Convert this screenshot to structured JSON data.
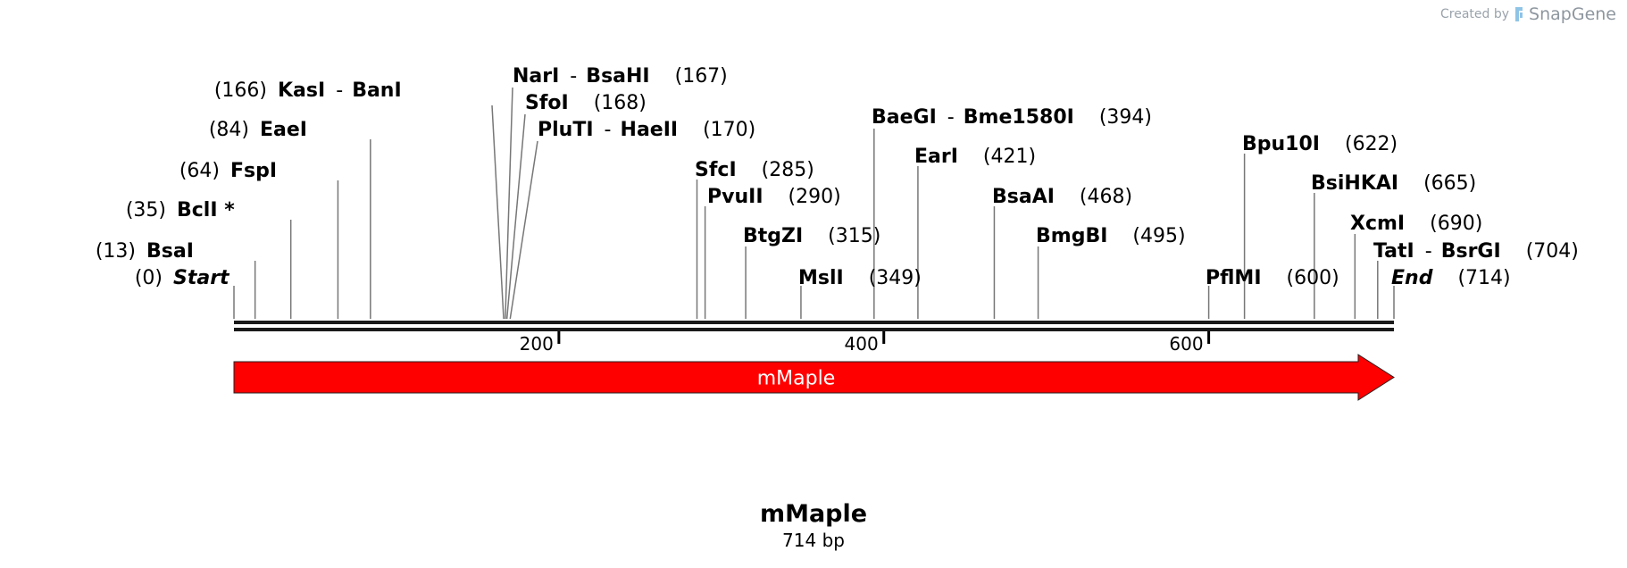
{
  "credit": {
    "prefix": "Created by",
    "brand": "SnapGene",
    "logo_icon": "snapgene-logo-icon"
  },
  "sequence": {
    "name": "mMaple",
    "length_label": "714 bp",
    "length": 714,
    "ticks": [
      200,
      400,
      600
    ],
    "tick_labels": [
      "200",
      "400",
      "600"
    ]
  },
  "features": [
    {
      "name": "mMaple",
      "start": 1,
      "end": 714,
      "direction": "forward",
      "color": "#ff0000"
    }
  ],
  "sites": [
    {
      "id": "start",
      "names": [
        "Start"
      ],
      "pos": 0,
      "pos_label": "(0)",
      "italic": true
    },
    {
      "id": "bsai",
      "names": [
        "BsaI"
      ],
      "pos": 13,
      "pos_label": "(13)"
    },
    {
      "id": "bcli",
      "names": [
        "BclI *"
      ],
      "pos": 35,
      "pos_label": "(35)"
    },
    {
      "id": "fspi",
      "names": [
        "FspI"
      ],
      "pos": 64,
      "pos_label": "(64)"
    },
    {
      "id": "eaei",
      "names": [
        "EaeI"
      ],
      "pos": 84,
      "pos_label": "(84)"
    },
    {
      "id": "kasi",
      "names": [
        "KasI",
        "BanI"
      ],
      "pos": 166,
      "pos_label": "(166)"
    },
    {
      "id": "nari",
      "names": [
        "NarI",
        "BsaHI"
      ],
      "pos": 167,
      "pos_label": "(167)"
    },
    {
      "id": "sfoi",
      "names": [
        "SfoI"
      ],
      "pos": 168,
      "pos_label": "(168)"
    },
    {
      "id": "pluti",
      "names": [
        "PluTI",
        "HaeII"
      ],
      "pos": 170,
      "pos_label": "(170)"
    },
    {
      "id": "sfci",
      "names": [
        "SfcI"
      ],
      "pos": 285,
      "pos_label": "(285)"
    },
    {
      "id": "pvuii",
      "names": [
        "PvuII"
      ],
      "pos": 290,
      "pos_label": "(290)"
    },
    {
      "id": "btgzi",
      "names": [
        "BtgZI"
      ],
      "pos": 315,
      "pos_label": "(315)"
    },
    {
      "id": "msli",
      "names": [
        "MslI"
      ],
      "pos": 349,
      "pos_label": "(349)"
    },
    {
      "id": "baegi",
      "names": [
        "BaeGI",
        "Bme1580I"
      ],
      "pos": 394,
      "pos_label": "(394)"
    },
    {
      "id": "eari",
      "names": [
        "EarI"
      ],
      "pos": 421,
      "pos_label": "(421)"
    },
    {
      "id": "bsaai",
      "names": [
        "BsaAI"
      ],
      "pos": 468,
      "pos_label": "(468)"
    },
    {
      "id": "bmgbi",
      "names": [
        "BmgBI"
      ],
      "pos": 495,
      "pos_label": "(495)"
    },
    {
      "id": "pflmi",
      "names": [
        "PflMI"
      ],
      "pos": 600,
      "pos_label": "(600)"
    },
    {
      "id": "bpu10i",
      "names": [
        "Bpu10I"
      ],
      "pos": 622,
      "pos_label": "(622)"
    },
    {
      "id": "bsihkai",
      "names": [
        "BsiHKAI"
      ],
      "pos": 665,
      "pos_label": "(665)"
    },
    {
      "id": "xcmi",
      "names": [
        "XcmI"
      ],
      "pos": 690,
      "pos_label": "(690)"
    },
    {
      "id": "tati",
      "names": [
        "TatI",
        "BsrGI"
      ],
      "pos": 704,
      "pos_label": "(704)"
    },
    {
      "id": "end",
      "names": [
        "End"
      ],
      "pos": 714,
      "pos_label": "(714)",
      "italic": true
    }
  ],
  "colors": {
    "backbone": "#1a1a1a",
    "site_line": "#777777",
    "credit_text": "#9aa3ab"
  }
}
